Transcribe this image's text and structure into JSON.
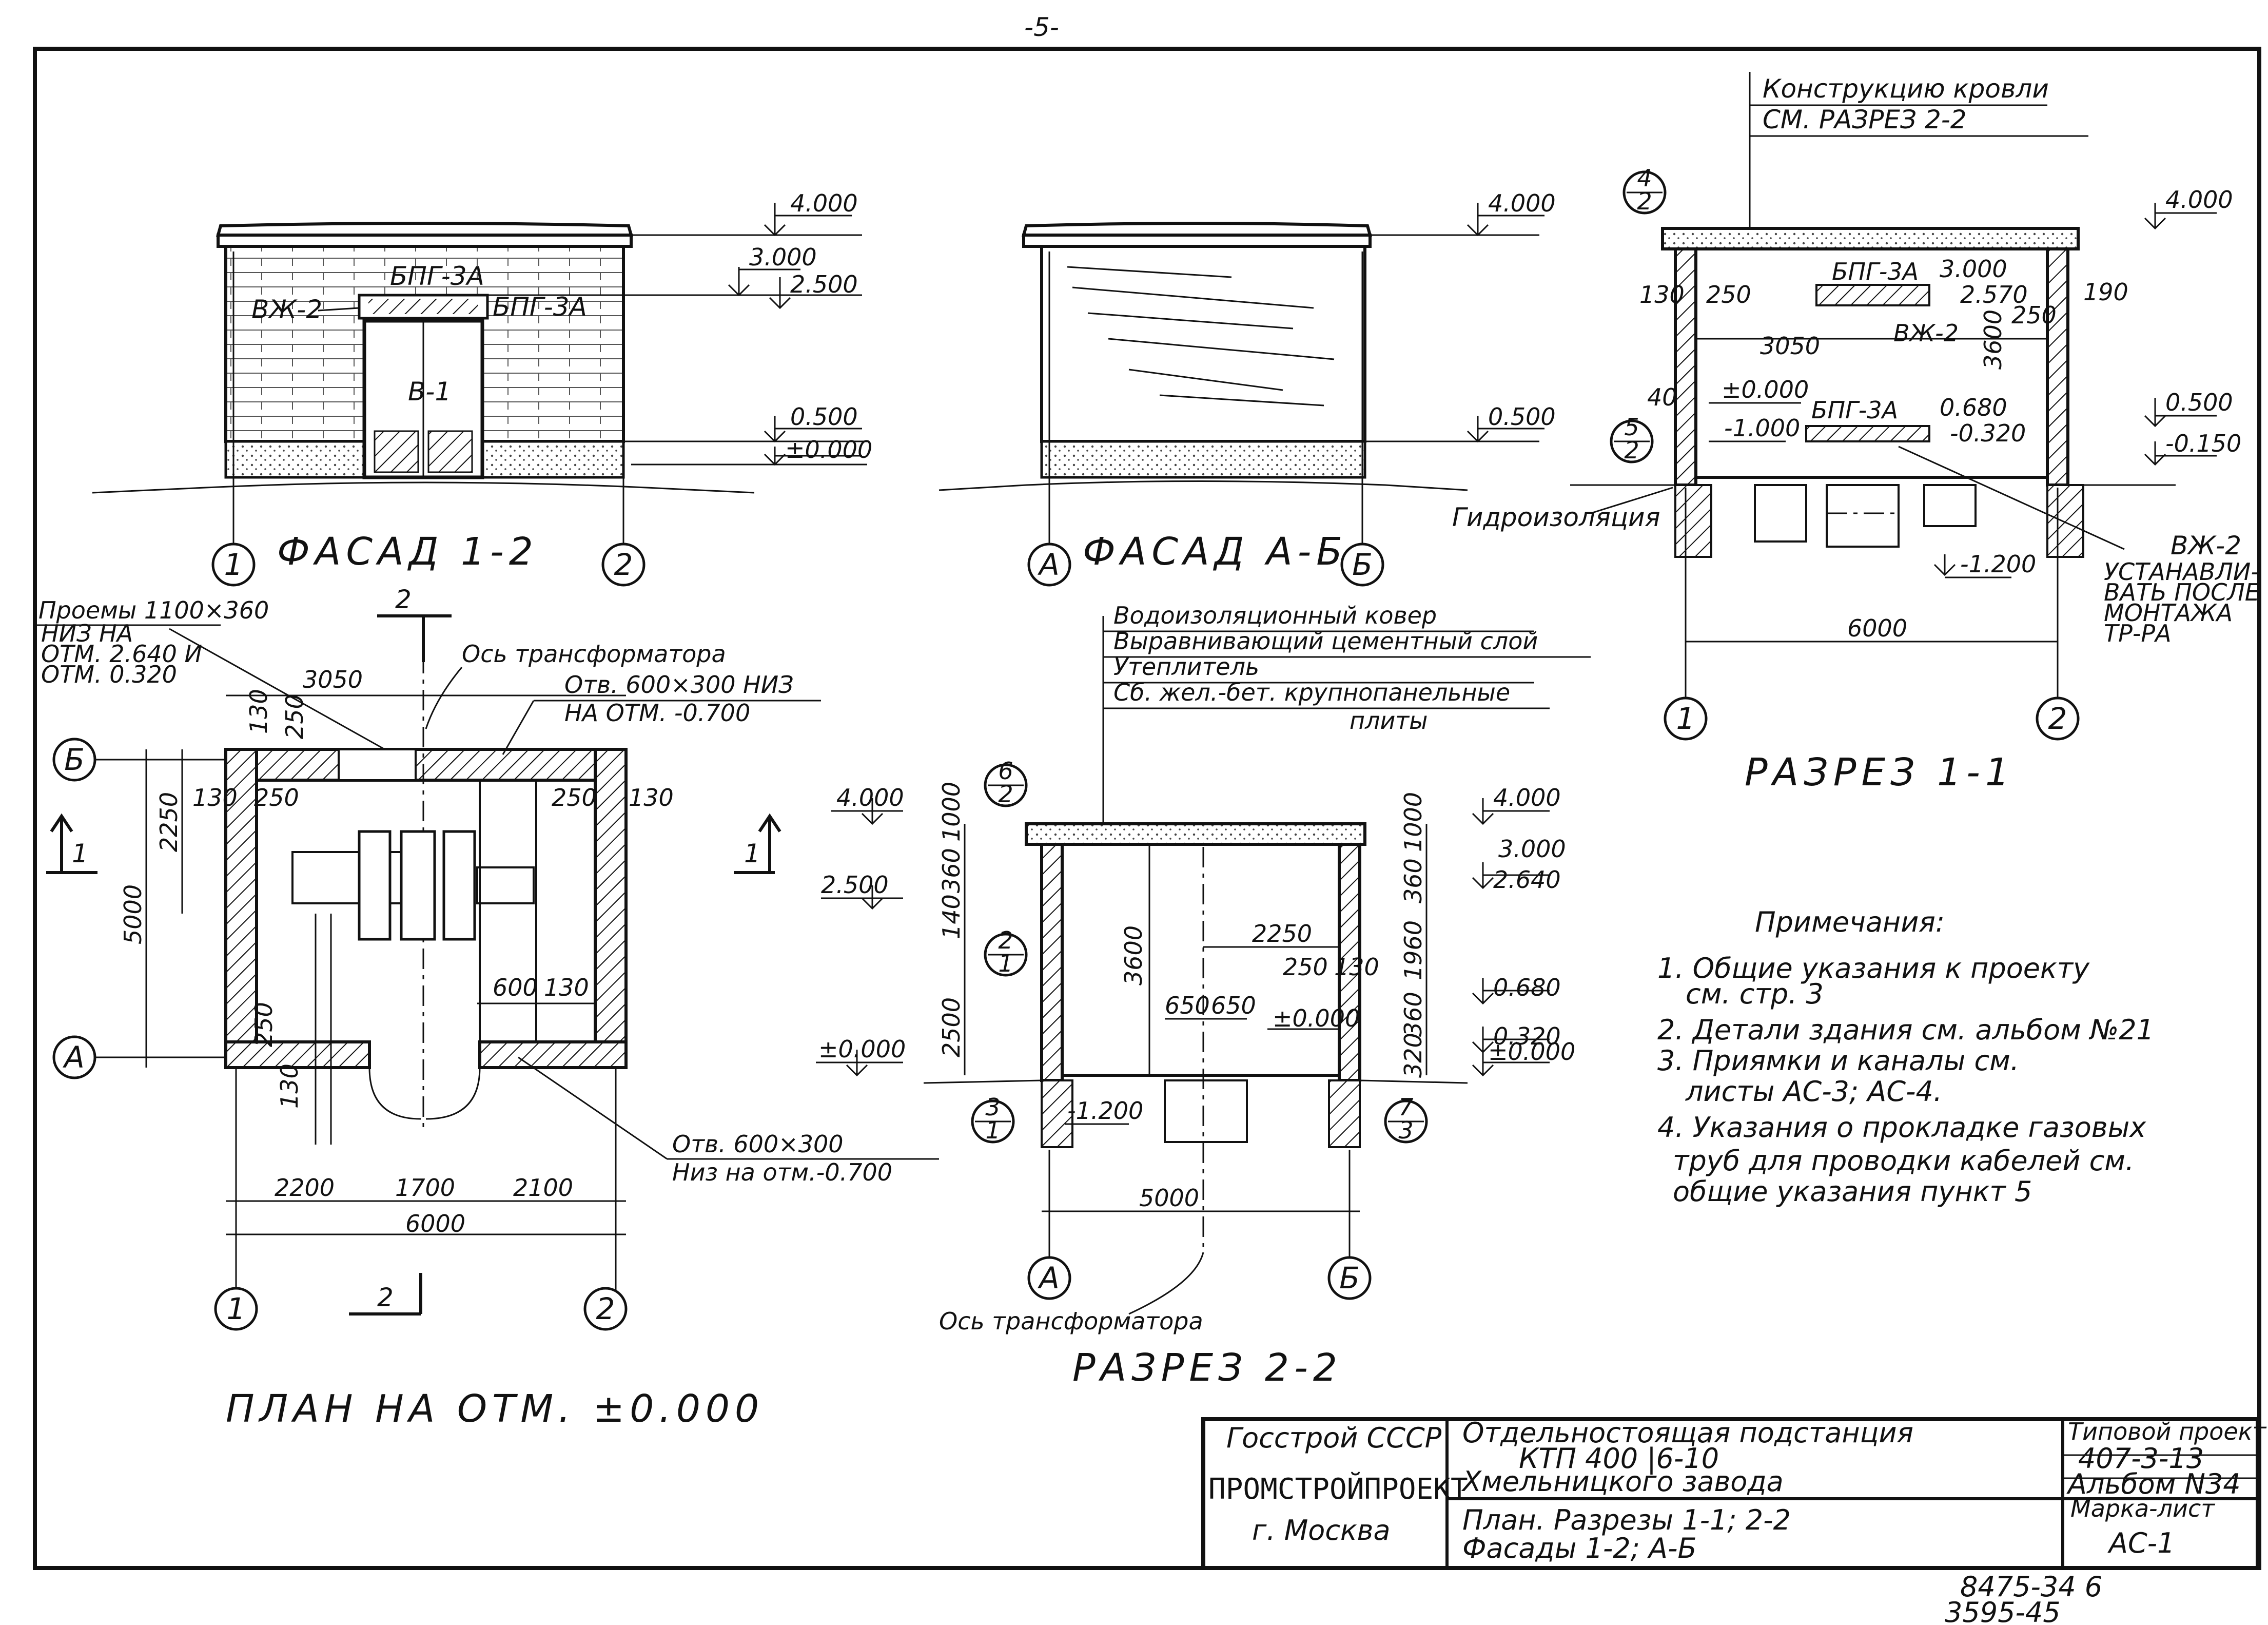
{
  "page_number": "-5-",
  "facade_1_2": {
    "title": "ФАСАД 1-2",
    "axes": [
      "1",
      "2"
    ],
    "labels": [
      "БПГ-3А",
      "БПГ-3А",
      "ВЖ-2",
      "В-1"
    ],
    "levels": [
      "4.000",
      "3.000",
      "2.500",
      "0.500",
      "±0.000"
    ]
  },
  "facade_a_b": {
    "title": "ФАСАД А-Б",
    "axes": [
      "А",
      "Б"
    ],
    "levels": [
      "4.000",
      "0.500"
    ]
  },
  "section_1_1": {
    "title": "РАЗРЕЗ 1-1",
    "roof_note_line1": "Конструкцию кровли",
    "roof_note_line2": "СМ. РАЗРЕЗ 2-2",
    "axes": [
      "1",
      "2"
    ],
    "refs": [
      {
        "top": "4",
        "bottom": "2"
      },
      {
        "top": "5",
        "bottom": "2"
      }
    ],
    "labels": [
      "БПГ-3А",
      "ВЖ-2",
      "БПГ-3А",
      "ВЖ-2",
      "Гидроизоляция",
      "УСТАНАВЛИ-",
      "ВАТЬ ПОСЛЕ",
      "МОНТАЖА",
      "ТР-РА"
    ],
    "dims": [
      "130",
      "250",
      "3050",
      "3600",
      "250",
      "190",
      "40",
      "6000"
    ],
    "levels": [
      "4.000",
      "3.000",
      "2.570",
      "±0.000",
      "-1.000",
      "0.680",
      "-0.320",
      "0.500",
      "-0.150",
      "-1.200"
    ]
  },
  "plan": {
    "title": "ПЛАН НА ОТМ. ±0.000",
    "note_openings": [
      "Проемы 1100×360",
      "НИЗ НА",
      "ОТМ. 2.640 И",
      "ОТМ. 0.320"
    ],
    "transformer_axis": "Ось трансформатора",
    "hole_top": [
      "Отв. 600×300 НИЗ",
      "НА ОТМ. -0.700"
    ],
    "hole_bottom": [
      "Отв. 600×300",
      "Низ на отм.-0.700"
    ],
    "axes": [
      "Б",
      "А",
      "1",
      "2"
    ],
    "section_marks": [
      "2",
      "2",
      "1",
      "1"
    ],
    "dims": [
      "3050",
      "130",
      "250",
      "2250",
      "130",
      "250",
      "250",
      "130",
      "5000",
      "250",
      "130",
      "600",
      "130",
      "2200",
      "1700",
      "2100",
      "6000"
    ]
  },
  "section_2_2": {
    "title": "РАЗРЕЗ 2-2",
    "layers": [
      "Водоизоляционный ковер",
      "Выравнивающий цементный слой",
      "Утеплитель",
      "Сб. жел.-бет. крупнопанельные",
      "плиты"
    ],
    "transformer_axis": "Ось трансформатора",
    "axes": [
      "А",
      "Б"
    ],
    "refs": [
      {
        "top": "6",
        "bottom": "2"
      },
      {
        "top": "2",
        "bottom": "1"
      },
      {
        "top": "3",
        "bottom": "1"
      },
      {
        "top": "7",
        "bottom": "3"
      }
    ],
    "dims_left": [
      "1000",
      "360",
      "140",
      "2500"
    ],
    "dims_right": [
      "1000",
      "360",
      "1960",
      "360",
      "320"
    ],
    "dims_inner": [
      "3600",
      "2250",
      "250",
      "130",
      "650",
      "650",
      "5000"
    ],
    "levels_left": [
      "4.000",
      "2.500",
      "±0.000"
    ],
    "levels_right": [
      "4.000",
      "3.000",
      "2.640",
      "0.680",
      "0.320",
      "±0.000"
    ],
    "levels_inner": [
      "±0.000",
      "-1.200"
    ]
  },
  "notes": {
    "heading": "Примечания:",
    "items": [
      "1. Общие указания к проекту",
      "см. стр. 3",
      "2. Детали здания см. альбом №21",
      "3. Приямки и каналы см.",
      "листы АС-3; АС-4.",
      "4. Указания о прокладке газовых",
      "труб для проводки кабелей см.",
      "общие указания пункт 5"
    ]
  },
  "stamp": {
    "org_line1": "Госстрой СССР",
    "org_line2": "ПРОМСТРОЙПРОЕКТ",
    "org_line3": "г. Москва",
    "title_line1": "Отдельностоящая подстанция",
    "title_line2": "КТП 400 |6-10",
    "title_line3": "Хмельницкого завода",
    "sheet_line1": "План. Разрезы 1-1; 2-2",
    "sheet_line2": "Фасады 1-2; А-Б",
    "type_label": "Типовой проект",
    "type_value": "407-3-13",
    "album": "Альбом N34",
    "mark_label": "Марка-лист",
    "mark_value": "АС-1"
  },
  "footer_numbers": [
    "8475-34 6",
    "3595-45"
  ]
}
